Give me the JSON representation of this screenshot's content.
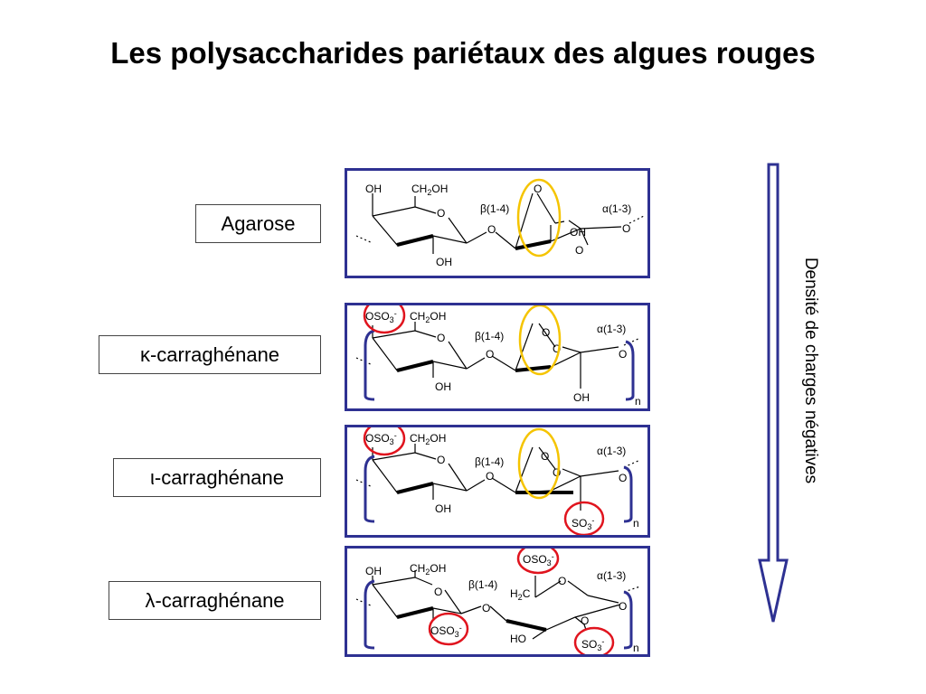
{
  "title": "Les polysaccharides pariétaux des algues rouges",
  "labels": {
    "agarose": "Agarose",
    "kappa_prefix": "κ",
    "kappa_rest": "-carraghénane",
    "iota_prefix": "ι",
    "iota_rest": "-carraghénane",
    "lambda_prefix": "λ",
    "lambda_rest": "-carraghénane"
  },
  "arrow_label": "Densité de charges négatives",
  "chem": {
    "oh": "OH",
    "ch2oh_main": "CH",
    "ch2oh_sub": "2",
    "ch2oh_end": "OH",
    "o": "O",
    "beta_link": "β(1-4)",
    "alpha_link": "α(1-3)",
    "oso3_main": "OSO",
    "oso3_sub": "3",
    "oso3_sup": "-",
    "so3_main": "SO",
    "so3_sub": "3",
    "so3_sup": "-",
    "h2c_main": "H",
    "h2c_sub": "2",
    "h2c_end": "C",
    "ho": "HO",
    "n": "n"
  },
  "colors": {
    "panel_border": "#2e3192",
    "yellow_highlight": "#f5c400",
    "red_highlight": "#e0141e",
    "arrow": "#2e3192"
  }
}
